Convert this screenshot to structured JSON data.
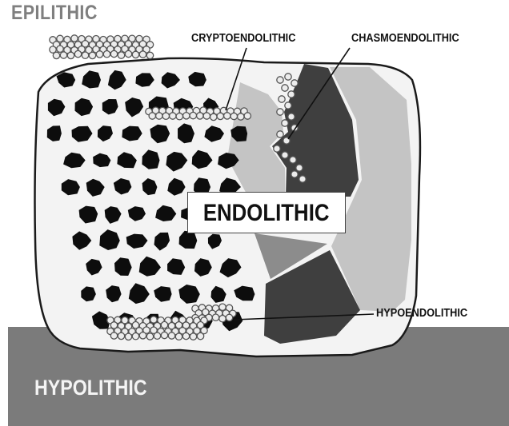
{
  "labels": {
    "epilithic": "EPILITHIC",
    "cryptoendolithic": "CRYPTOENDOLITHIC",
    "chasmoendolithic": "CHASMOENDOLITHIC",
    "endolithic": "ENDOLITHIC",
    "hypoendolithic": "HYPOENDOLITHIC",
    "hypolithic": "HYPOLITHIC"
  },
  "colors": {
    "ground": "#7b7b7b",
    "rock_matrix": "#f3f3f3",
    "grain": "#0d0d0d",
    "dark_wedge": "#3f3f3f",
    "mid_wedge": "#8c8c8c",
    "light_wedge": "#c4c4c4",
    "epilithic_text": "#7f7f7f",
    "hypolithic_text": "#f4f4f4"
  }
}
